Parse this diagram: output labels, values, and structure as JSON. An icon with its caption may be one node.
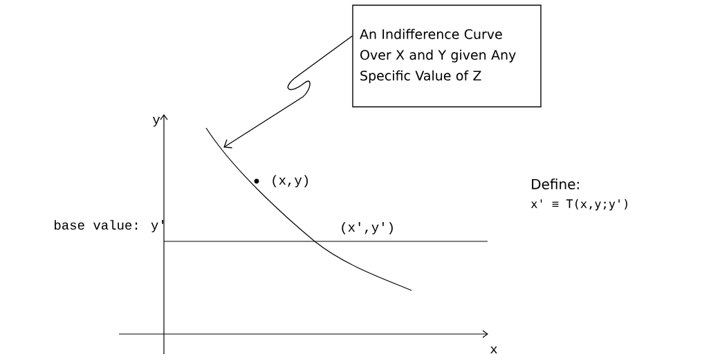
{
  "diagram": {
    "nodes": [
      {
        "text": [
          "An Indifference Curve Over X and Y given Any Specific Value of Z"
        ]
      },
      {
        "text": [],
        "shape": "curve"
      }
    ],
    "edges": [
      {
        "from": 0,
        "to": 1,
        "arrow": "to"
      }
    ],
    "labels": [
      "y",
      "(x,y)",
      "Define:",
      "x' ≡ T(x,y;y')",
      "base value: y'",
      "(x',y')",
      "x"
    ]
  }
}
